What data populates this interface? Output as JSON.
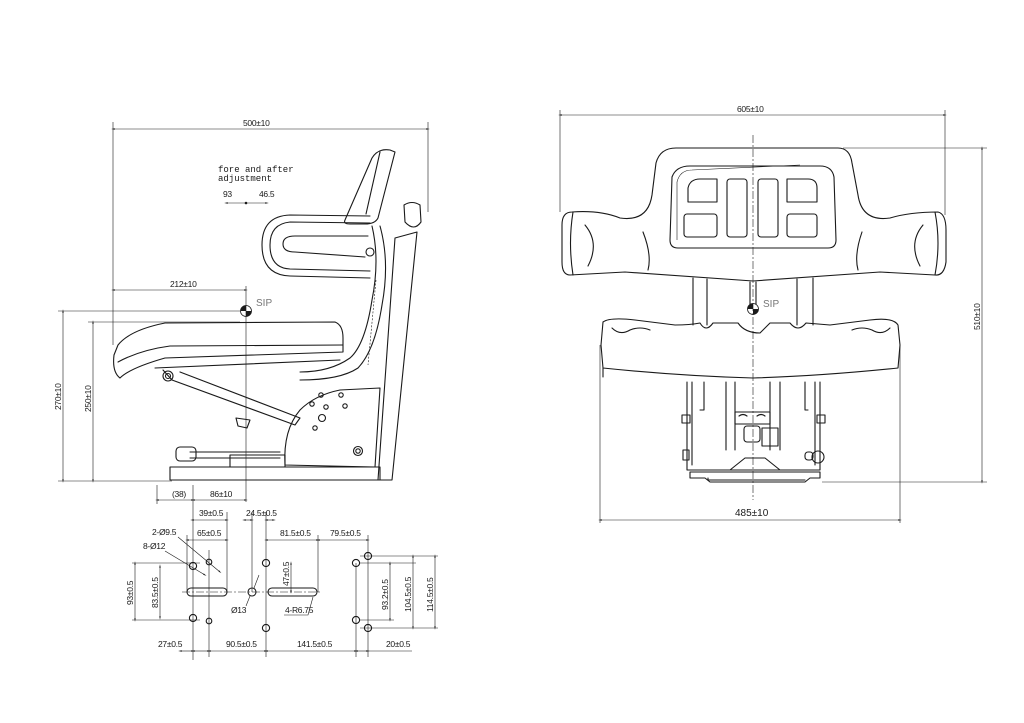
{
  "side_view": {
    "overall_length": "500±10",
    "adjustment_note_line1": "fore and after",
    "adjustment_note_line2": "adjustment",
    "adjust_back": "93",
    "adjust_forward": "46.5",
    "sip_distance": "212±10",
    "sip_label": "SIP",
    "height_sip": "270±10",
    "height_cushion": "250±10",
    "base_offset": "(38)",
    "base_length": "86±10"
  },
  "mounting_plate": {
    "dim_39": "39±0.5",
    "dim_24_5": "24.5±0.5",
    "holes_9_5": "2-Ø9.5",
    "dim_65": "65±0.5",
    "holes_12": "8-Ø12",
    "dim_81_5": "81.5±0.5",
    "dim_79_5": "79.5±0.5",
    "dim_93": "93±0.5",
    "dim_83_5": "83.5±0.5",
    "hole_13": "Ø13",
    "dim_47": "47±0.5",
    "slots": "4-R6.75",
    "dim_93_2": "93.2±0.5",
    "dim_104_5": "104.5±0.5",
    "dim_114_5": "114.5±0.5",
    "dim_27": "27±0.5",
    "dim_90_5": "90.5±0.5",
    "dim_141_5": "141.5±0.5",
    "dim_20": "20±0.5"
  },
  "front_view": {
    "overall_width": "605±10",
    "overall_height": "510±10",
    "cushion_width": "485±10",
    "sip_label": "SIP"
  }
}
